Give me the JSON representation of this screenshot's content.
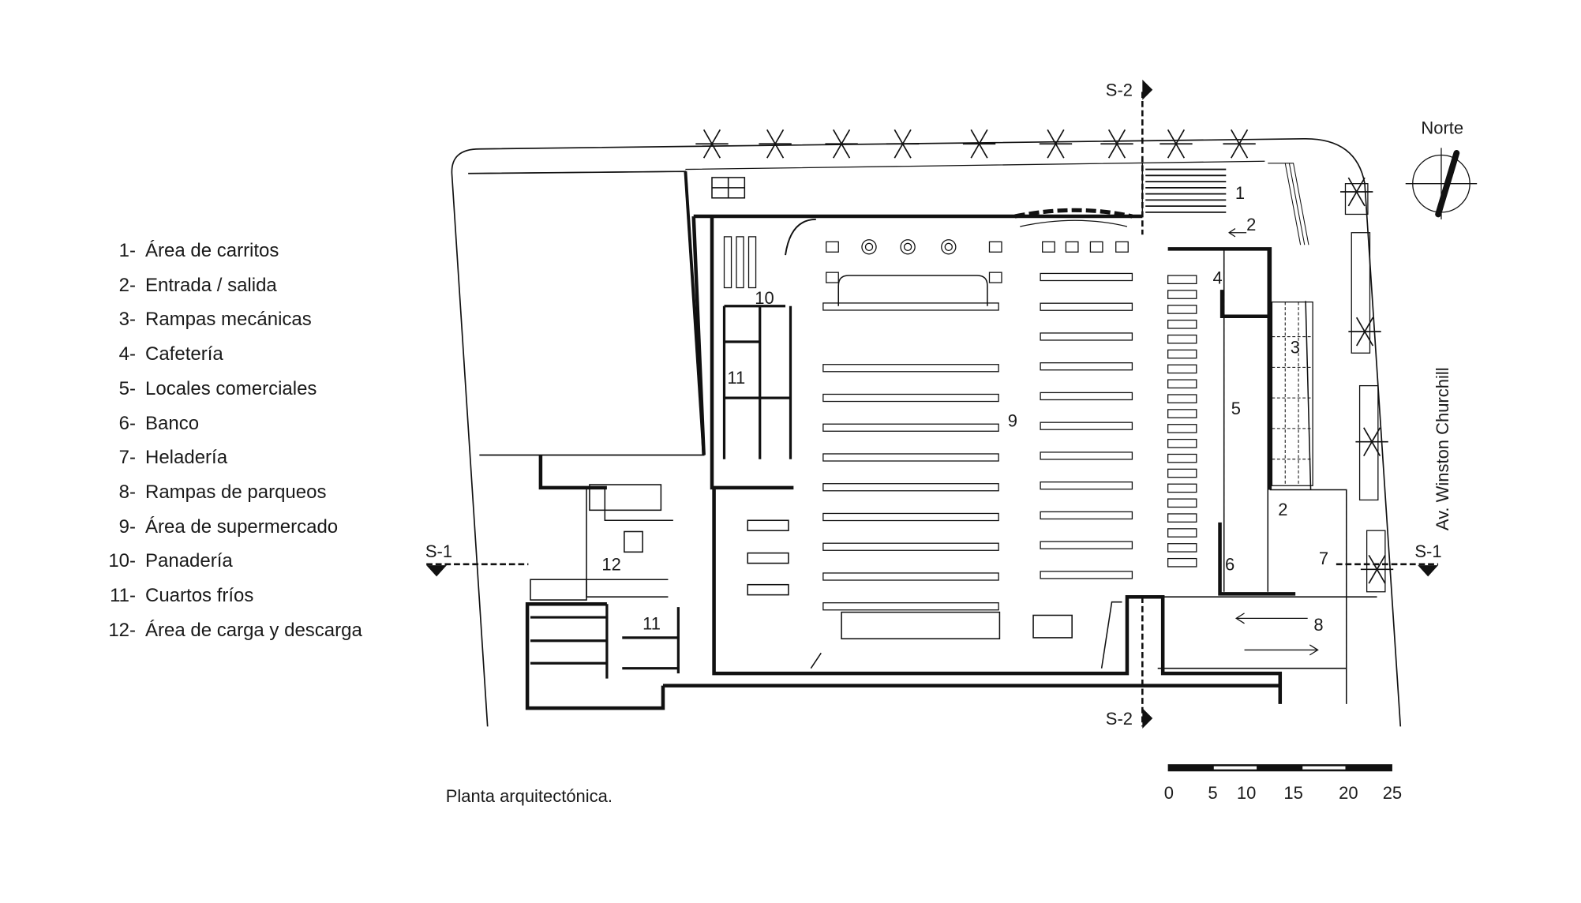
{
  "legend": [
    {
      "num": "1-",
      "label": "Área de carritos"
    },
    {
      "num": "2-",
      "label": "Entrada / salida"
    },
    {
      "num": "3-",
      "label": "Rampas mecánicas"
    },
    {
      "num": "4-",
      "label": "Cafetería"
    },
    {
      "num": "5-",
      "label": "Locales comerciales"
    },
    {
      "num": "6-",
      "label": "Banco"
    },
    {
      "num": "7-",
      "label": "Heladería"
    },
    {
      "num": "8-",
      "label": "Rampas de parqueos"
    },
    {
      "num": "9-",
      "label": "Área de supermercado"
    },
    {
      "num": "10-",
      "label": "Panadería"
    },
    {
      "num": "11-",
      "label": "Cuartos fríos"
    },
    {
      "num": "12-",
      "label": "Área de carga y descarga"
    }
  ],
  "room_labels": {
    "r1": "1",
    "r2a": "2",
    "r2b": "2",
    "r3": "3",
    "r4": "4",
    "r5": "5",
    "r6": "6",
    "r7": "7",
    "r8": "8",
    "r9": "9",
    "r10": "10",
    "r11a": "11",
    "r11b": "11",
    "r12": "12"
  },
  "north_label": "Norte",
  "street_label": "Av. Winston Churchill",
  "sections": {
    "s1_left": "S-1",
    "s1_right": "S-1",
    "s2_top": "S-2",
    "s2_bottom": "S-2"
  },
  "caption": "Planta arquitectónica.",
  "scale_bar": {
    "ticks": [
      "0",
      "5",
      "10",
      "15",
      "20",
      "25"
    ],
    "unit_max": 25
  }
}
